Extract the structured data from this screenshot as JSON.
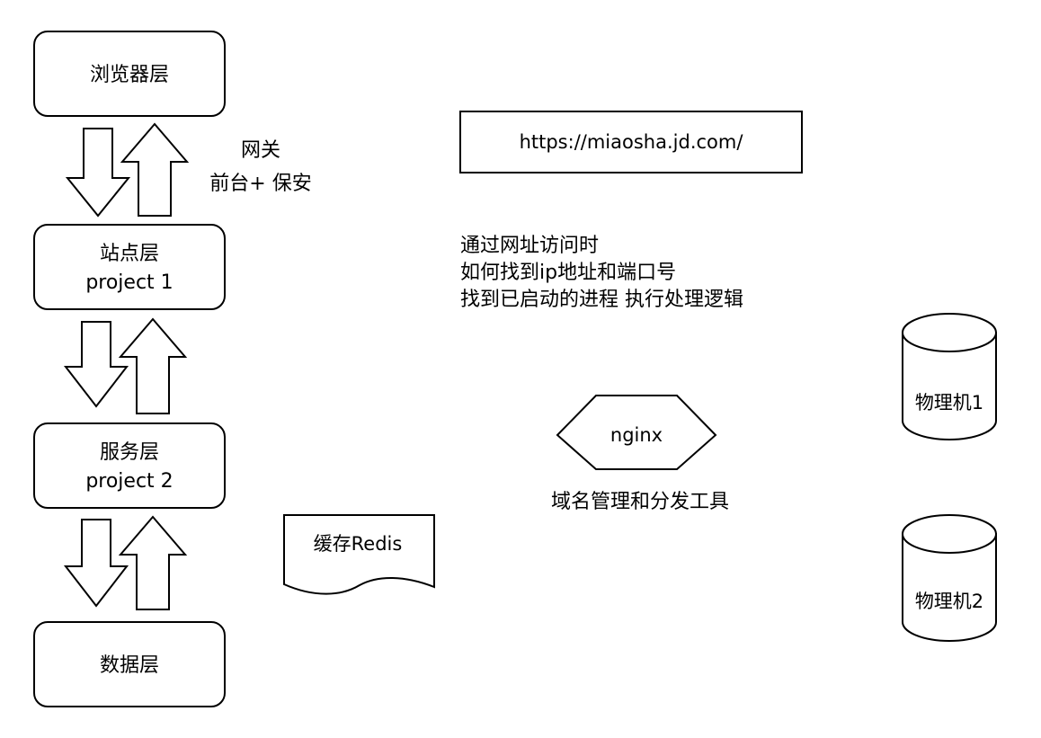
{
  "layers": {
    "browser": {
      "label": "浏览器层"
    },
    "site": {
      "label": "站点层",
      "sublabel": "project 1"
    },
    "service": {
      "label": "服务层",
      "sublabel": "project 2"
    },
    "data": {
      "label": "数据层"
    }
  },
  "gateway": {
    "line1": "网关",
    "line2": "前台+ 保安"
  },
  "url_box": {
    "label": "https://miaosha.jd.com/"
  },
  "note": {
    "line1": "通过网址访问时",
    "line2": "如何找到ip地址和端口号",
    "line3": "找到已启动的进程  执行处理逻辑"
  },
  "nginx": {
    "label": "nginx",
    "caption": "域名管理和分发工具"
  },
  "cache": {
    "label": "缓存Redis"
  },
  "machines": [
    {
      "label": "物理机1"
    },
    {
      "label": "物理机2"
    }
  ]
}
